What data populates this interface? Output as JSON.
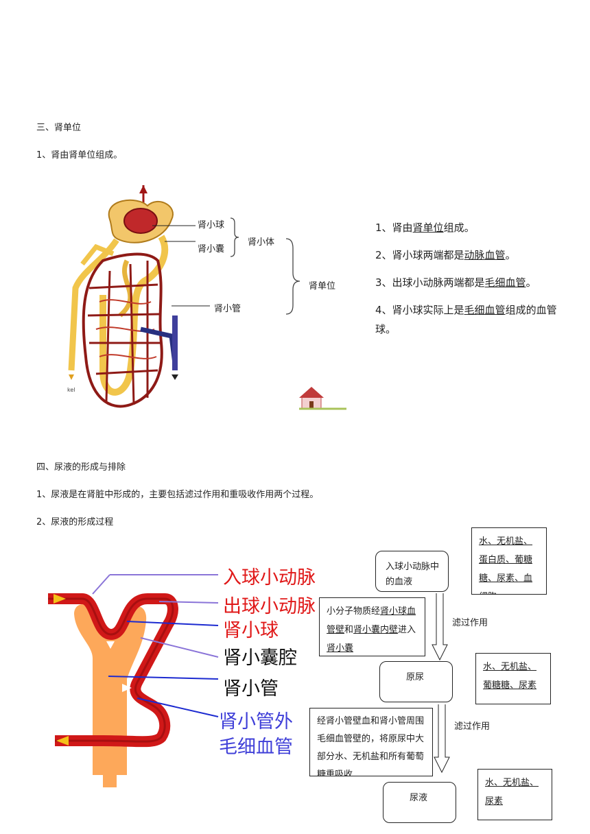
{
  "section3": {
    "heading": "三、肾单位",
    "line1": "1、肾由肾单位组成。"
  },
  "nephron_figure": {
    "label_glomerulus": "肾小球",
    "label_capsule": "肾小囊",
    "label_corpuscle": "肾小体",
    "label_nephron": "肾单位",
    "label_tubule": "肾小管"
  },
  "bullets": [
    {
      "pre": "1、肾由",
      "u": "肾单位",
      "post": "组成。"
    },
    {
      "pre": "2、肾小球两端都是",
      "u": "动脉血管",
      "post": "。"
    },
    {
      "pre": "3、出球小动脉两端都是",
      "u": "毛细血管",
      "post": "。"
    },
    {
      "pre": "4、肾小球实际上是",
      "u": "毛细血管",
      "post": "组成的血管球。"
    }
  ],
  "section4": {
    "heading": "四、尿液的形成与排除",
    "line1": "1、尿液是在肾脏中形成的，主要包括滤过作用和重吸收作用两个过程。",
    "line2": "2、尿液的形成过程"
  },
  "urine_figure": {
    "label1": "入球小动脉",
    "label2": "出球小动脉",
    "label3": "肾小球",
    "label4": "肾小囊腔",
    "label5": "肾小管",
    "label6a": "肾小管外",
    "label6b": "毛细血管"
  },
  "flow": {
    "box_blood": "入球小动脉中的血液",
    "box_blood_content": "水、无机盐、蛋白质、葡糖糖、尿素、血细胞",
    "box_filter_pre": "小分子物质经",
    "box_filter_u1": "肾小球血管壁",
    "box_filter_mid": "和",
    "box_filter_u2": "肾小囊内壁",
    "box_filter_mid2": "进入",
    "box_filter_u3": "肾小囊",
    "arrow1_label": "滤过作用",
    "box_primary": "原尿",
    "box_primary_content": "水、无机盐、葡糖糖、尿素",
    "box_reabsorb": "经肾小管壁血和肾小管周围毛细血管壁的，将原尿中大部分水、无机盐和所有葡萄糖重吸收",
    "arrow2_label": "滤过作用",
    "box_urine": "尿液",
    "box_urine_content": "水、无机盐、尿素"
  }
}
